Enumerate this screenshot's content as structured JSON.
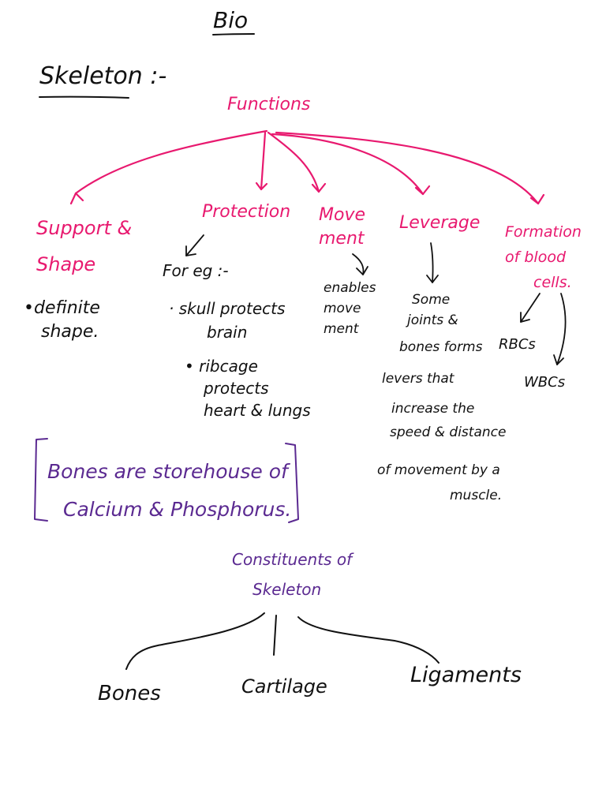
{
  "page": {
    "title": "Bio",
    "heading": "Skeleton :-"
  },
  "functions": {
    "title": "Functions",
    "support": {
      "title_line1": "Support &",
      "title_line2": "Shape",
      "note_line1": "•definite",
      "note_line2": "shape."
    },
    "protection": {
      "title": "Protection",
      "for_eg": "For eg :-",
      "b1_line1": "· skull protects",
      "b1_line2": "brain",
      "b2_line1": "• ribcage",
      "b2_line2": "protects",
      "b2_line3": "heart & lungs"
    },
    "movement": {
      "title_line1": "Move",
      "title_line2": "ment",
      "note_line1": "enables",
      "note_line2": "move",
      "note_line3": "ment"
    },
    "leverage": {
      "title": "Leverage",
      "l1": "Some",
      "l2": "joints &",
      "l3": "bones forms",
      "l4": "levers that",
      "l5": "increase the",
      "l6": "speed & distance",
      "l7": "of movement by a",
      "l8": "muscle."
    },
    "blood": {
      "title_line1": "Formation",
      "title_line2": "of blood",
      "title_line3": "cells.",
      "rbc": "RBCs",
      "wbc": "WBCs"
    }
  },
  "storehouse": {
    "line1": "Bones are storehouse of",
    "line2": "Calcium & Phosphorus."
  },
  "constituents": {
    "title_line1": "Constituents of",
    "title_line2": "Skeleton",
    "items": [
      "Bones",
      "Cartilage",
      "Ligaments"
    ]
  },
  "colors": {
    "ink_black": "#111111",
    "ink_pink": "#e8196f",
    "ink_purple": "#5b2a91"
  }
}
